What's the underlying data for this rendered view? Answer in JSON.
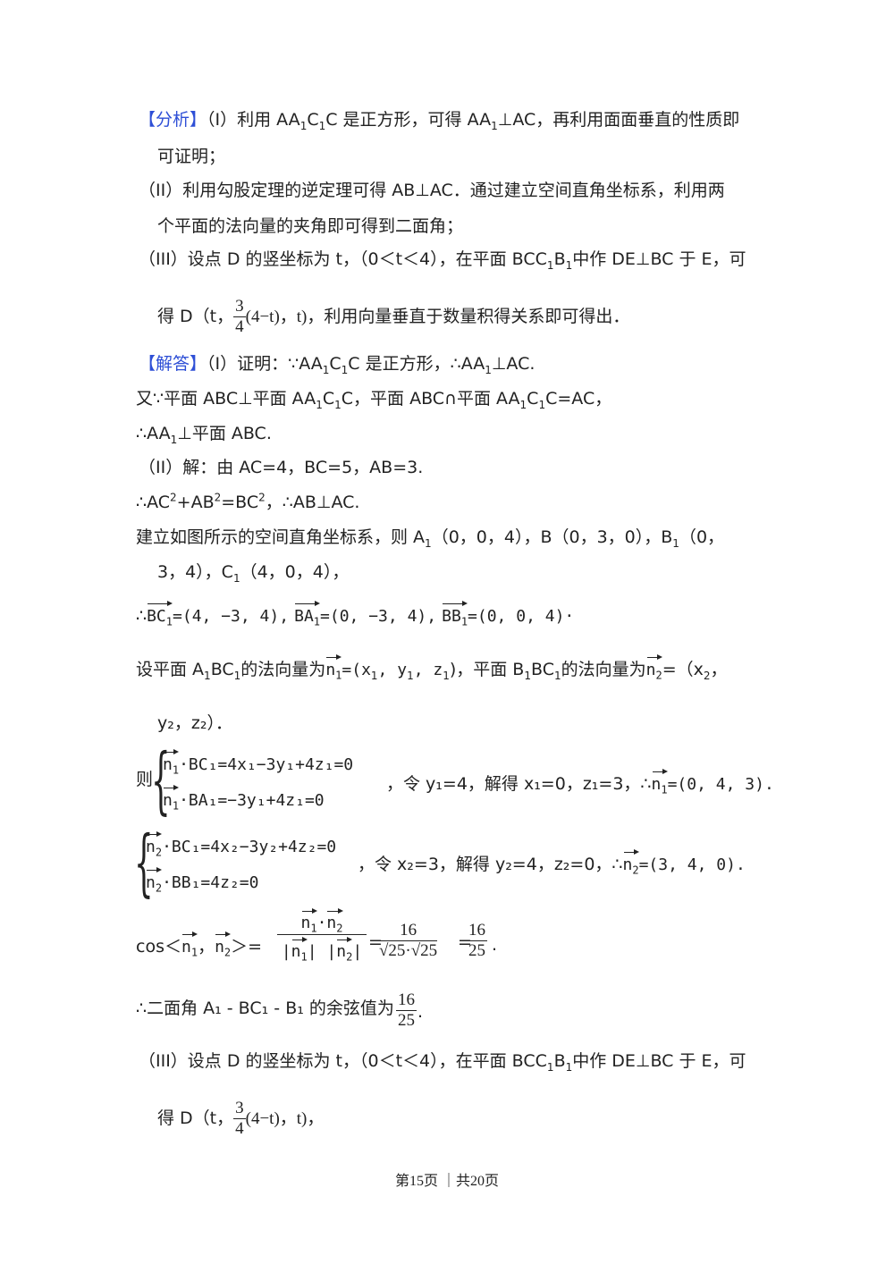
{
  "analysis": {
    "tag": "【分析】",
    "p1a": "（I）利用 AA",
    "p1b": "C",
    "p1c": "C 是正方形，可得 AA",
    "p1d": "⊥AC，再利用面面垂直的性质即",
    "p1e": "可证明；",
    "p2a": "（II）利用勾股定理的逆定理可得 AB⊥AC．通过建立空间直角坐标系，利用两",
    "p2b": "个平面的法向量的夹角即可得到二面角；",
    "p3a": "（III）设点 D 的竖坐标为 t，（0＜t＜4），在平面 BCC",
    "p3b": "B",
    "p3c": "中作 DE⊥BC 于 E，可",
    "p3d_pre": "得 D（t，",
    "p3d_post": "(4−t)，t)，利用向量垂直于数量积得关系即可得出．"
  },
  "solution": {
    "tag": "【解答】",
    "l1a": "（I）证明：∵AA",
    "l1b": "C",
    "l1c": "C 是正方形，∴AA",
    "l1d": "⊥AC.",
    "l2a": "又∵平面 ABC⊥平面 AA",
    "l2b": "C",
    "l2c": "C，平面 ABC∩平面 AA",
    "l2d": "C",
    "l2e": "C=AC，",
    "l3a": "∴AA",
    "l3b": "⊥平面 ABC.",
    "l4": "（II）解：由 AC=4，BC=5，AB=3.",
    "l5a": "∴AC",
    "l5b": "+AB",
    "l5c": "=BC",
    "l5d": "，∴AB⊥AC.",
    "l6a": "建立如图所示的空间直角坐标系，则 A",
    "l6b": "（0，0，4），B（0，3，0），B",
    "l6c": "（0，",
    "l7a": "3，4），C",
    "l7b": "（4，0，4），",
    "l8_therefore": "∴",
    "l8_v1": "BC",
    "l8_e1": "=(4, −3, 4),",
    "l8_v2": "BA",
    "l8_e2": "=(0, −3, 4),",
    "l8_v3": "BB",
    "l8_e3": "=(0, 0, 4)·",
    "l9a": "设平面 A",
    "l9b": "BC",
    "l9c": "的法向量为",
    "l9_n": "n",
    "l9_e": "=(x",
    "l9_e2": ", y",
    "l9_e3": ", z",
    "l9_e4": ")，平面 B",
    "l9d": "BC",
    "l9e": "的法向量为",
    "l9_n2": "n",
    "l9f": "=（x",
    "l9g": "，",
    "l10": "y₂，z₂）．",
    "sys1_pre": "则",
    "sys1_r1": "·BC₁=4x₁−3y₁+4z₁=0",
    "sys1_r2": "·BA₁=−3y₁+4z₁=0",
    "sys1_post": "，令 y₁=4，解得 x₁=0，z₁=3，∴",
    "sys1_res": "=(0, 4, 3).",
    "sys2_r1": "·BC₁=4x₂−3y₂+4z₂=0",
    "sys2_r2": "·BB₁=4z₂=0",
    "sys2_post": "，令 x₂=3，解得 y₂=4，z₂=0，∴",
    "sys2_res": "=(3, 4, 0).",
    "cos_pre": "cos＜",
    "cos_mid": "，",
    "cos_gt": "＞=",
    "cos_num": "·",
    "cos_den": "|   |  |   |",
    "cos_eq1": "=",
    "cos_f1num": "16",
    "cos_f1den": "√25·√25",
    "cos_eq2": "=",
    "cos_f2num": "16",
    "cos_f2den": "25",
    "cos_end": ".",
    "dih_pre": "∴二面角 A₁ - BC₁ - B₁ 的余弦值为",
    "dih_num": "16",
    "dih_den": "25",
    "dih_end": ".",
    "p3a": "（III）设点 D 的竖坐标为 t，（0＜t＜4），在平面 BCC",
    "p3b": "B",
    "p3c": "中作 DE⊥BC 于 E，可",
    "p3d_pre": "得 D（t，",
    "p3d_post": "(4−t)，t)，",
    "frac_num": "3",
    "frac_den": "4"
  },
  "footer": "第15页 ｜共20页",
  "sub1": "1",
  "sub2": "2",
  "sup2": "2"
}
